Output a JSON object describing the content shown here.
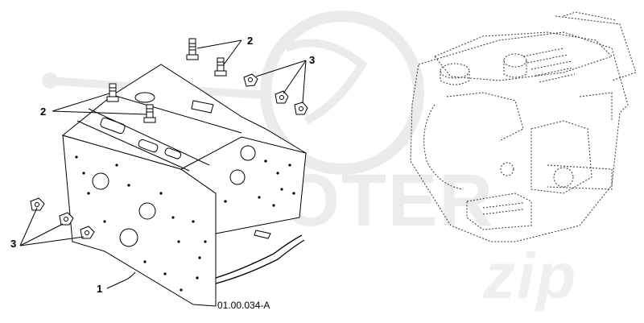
{
  "diagram": {
    "callouts": {
      "c1": "1",
      "c2a": "2",
      "c2b": "2",
      "c3a": "3",
      "c3b": "3"
    },
    "drawing_number": "01.00.034-A"
  },
  "watermark": {
    "brand_text": "SCOOTER",
    "script_text": "zip",
    "color": "#e6e6e6"
  },
  "colors": {
    "line": "#000000",
    "dashed": "#333333",
    "paper": "#ffffff"
  }
}
